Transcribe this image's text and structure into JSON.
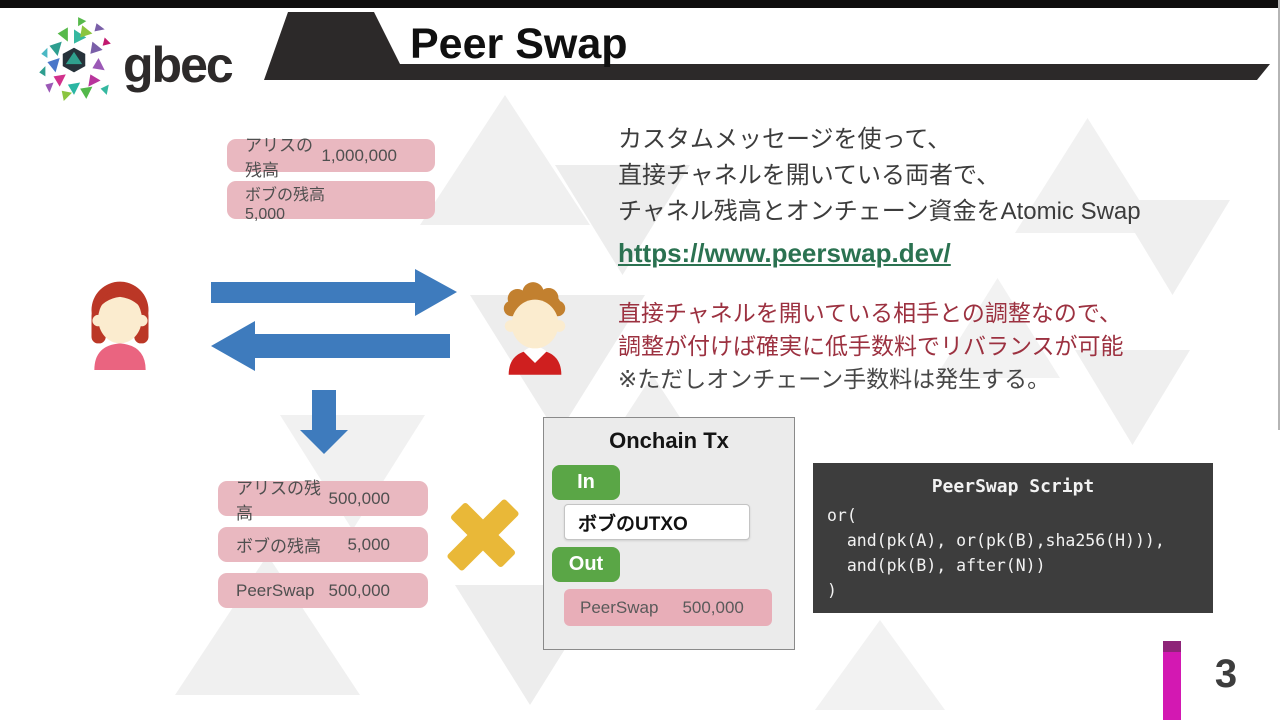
{
  "header": {
    "logo_text": "gbec",
    "title": "Peer Swap"
  },
  "top_balances": {
    "alice_label": "アリスの残高",
    "alice_value": "1,000,000",
    "bob_label": "ボブの残高",
    "bob_value": "5,000"
  },
  "description": {
    "line1": "カスタムメッセージを使って、",
    "line2": "直接チャネルを開いている両者で、",
    "line3_jp": "チャネル残高とオンチェーン資金を",
    "line3_en": "Atomic Swap",
    "link_text": "https://www.peerswap.dev/",
    "link_href": "https://www.peerswap.dev/"
  },
  "note": {
    "line1": "直接チャネルを開いている相手との調整なので、",
    "line2": "調整が付けば確実に低手数料でリバランスが可能",
    "line3": "※ただしオンチェーン手数料は発生する。"
  },
  "result_balances": [
    {
      "label": "アリスの残高",
      "value": "500,000"
    },
    {
      "label": "ボブの残高",
      "value": "5,000"
    },
    {
      "label": "PeerSwap",
      "value": "500,000"
    }
  ],
  "onchain_tx": {
    "title": "Onchain Tx",
    "in_label": "In",
    "input_value": "ボブのUTXO",
    "out_label": "Out",
    "output_label": "PeerSwap",
    "output_value": "500,000"
  },
  "script_box": {
    "title": "PeerSwap Script",
    "lines": [
      "or(",
      "  and(pk(A), or(pk(B),sha256(H))),",
      "  and(pk(B), after(N))",
      ")"
    ]
  },
  "slide": {
    "page_number": "3"
  },
  "colors": {
    "pink_box": "#e9b8c0",
    "green_button": "#5aa646",
    "arrow_blue": "#3e7bbd",
    "cross_yellow": "#e9b838",
    "note_red": "#9c3140",
    "link_green": "#2b7251",
    "script_bg": "#3d3d3d",
    "page_marker_magenta": "#d318b2"
  }
}
